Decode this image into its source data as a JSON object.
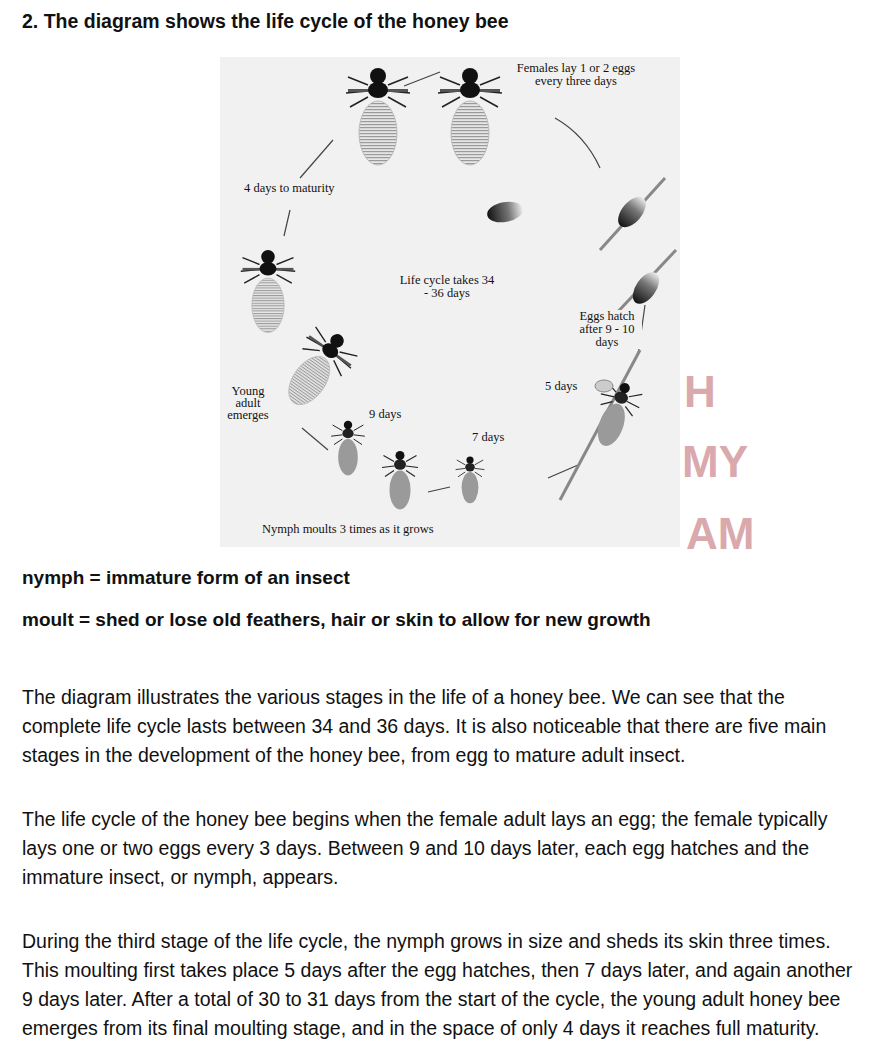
{
  "diagram": {
    "title": "2.  The diagram shows the life cycle of the honey bee",
    "labels": [
      "Females lay 1 or 2 eggs every three days",
      "4 days to maturity",
      "Life cycle takes 34 - 36 days",
      "Eggs hatch after 9 - 10 days",
      "5 days",
      "Young adult emerges",
      "9 days",
      "7 days",
      "Nymph moults 3 times as it grows",
      "H",
      "MY",
      "AM",
      "nymph = immature form of an insect",
      "moult = shed or lose old feathers, hair or skin to allow for new growth",
      "The diagram illustrates the various stages in the life of a honey bee. We can see that the complete life cycle lasts between 34 and 36 days. It is also noticeable that there are five main stages in the development of the honey bee, from egg to mature adult insect.",
      "The life cycle of the honey bee begins when the female adult lays an egg; the female typically lays one or two eggs every 3 days. Between 9 and 10 days later, each egg hatches and the immature insect, or nymph, appears.",
      "During the third stage of the life cycle, the nymph grows in size and sheds its skin three times. This moulting first takes place 5 days after the egg hatches, then 7 days later, and again another 9 days later. After a total of 30 to 31 days from the start of the cycle, the young adult honey bee emerges from its final moulting stage, and in the space of only 4 days it reaches full maturity."
    ]
  }
}
